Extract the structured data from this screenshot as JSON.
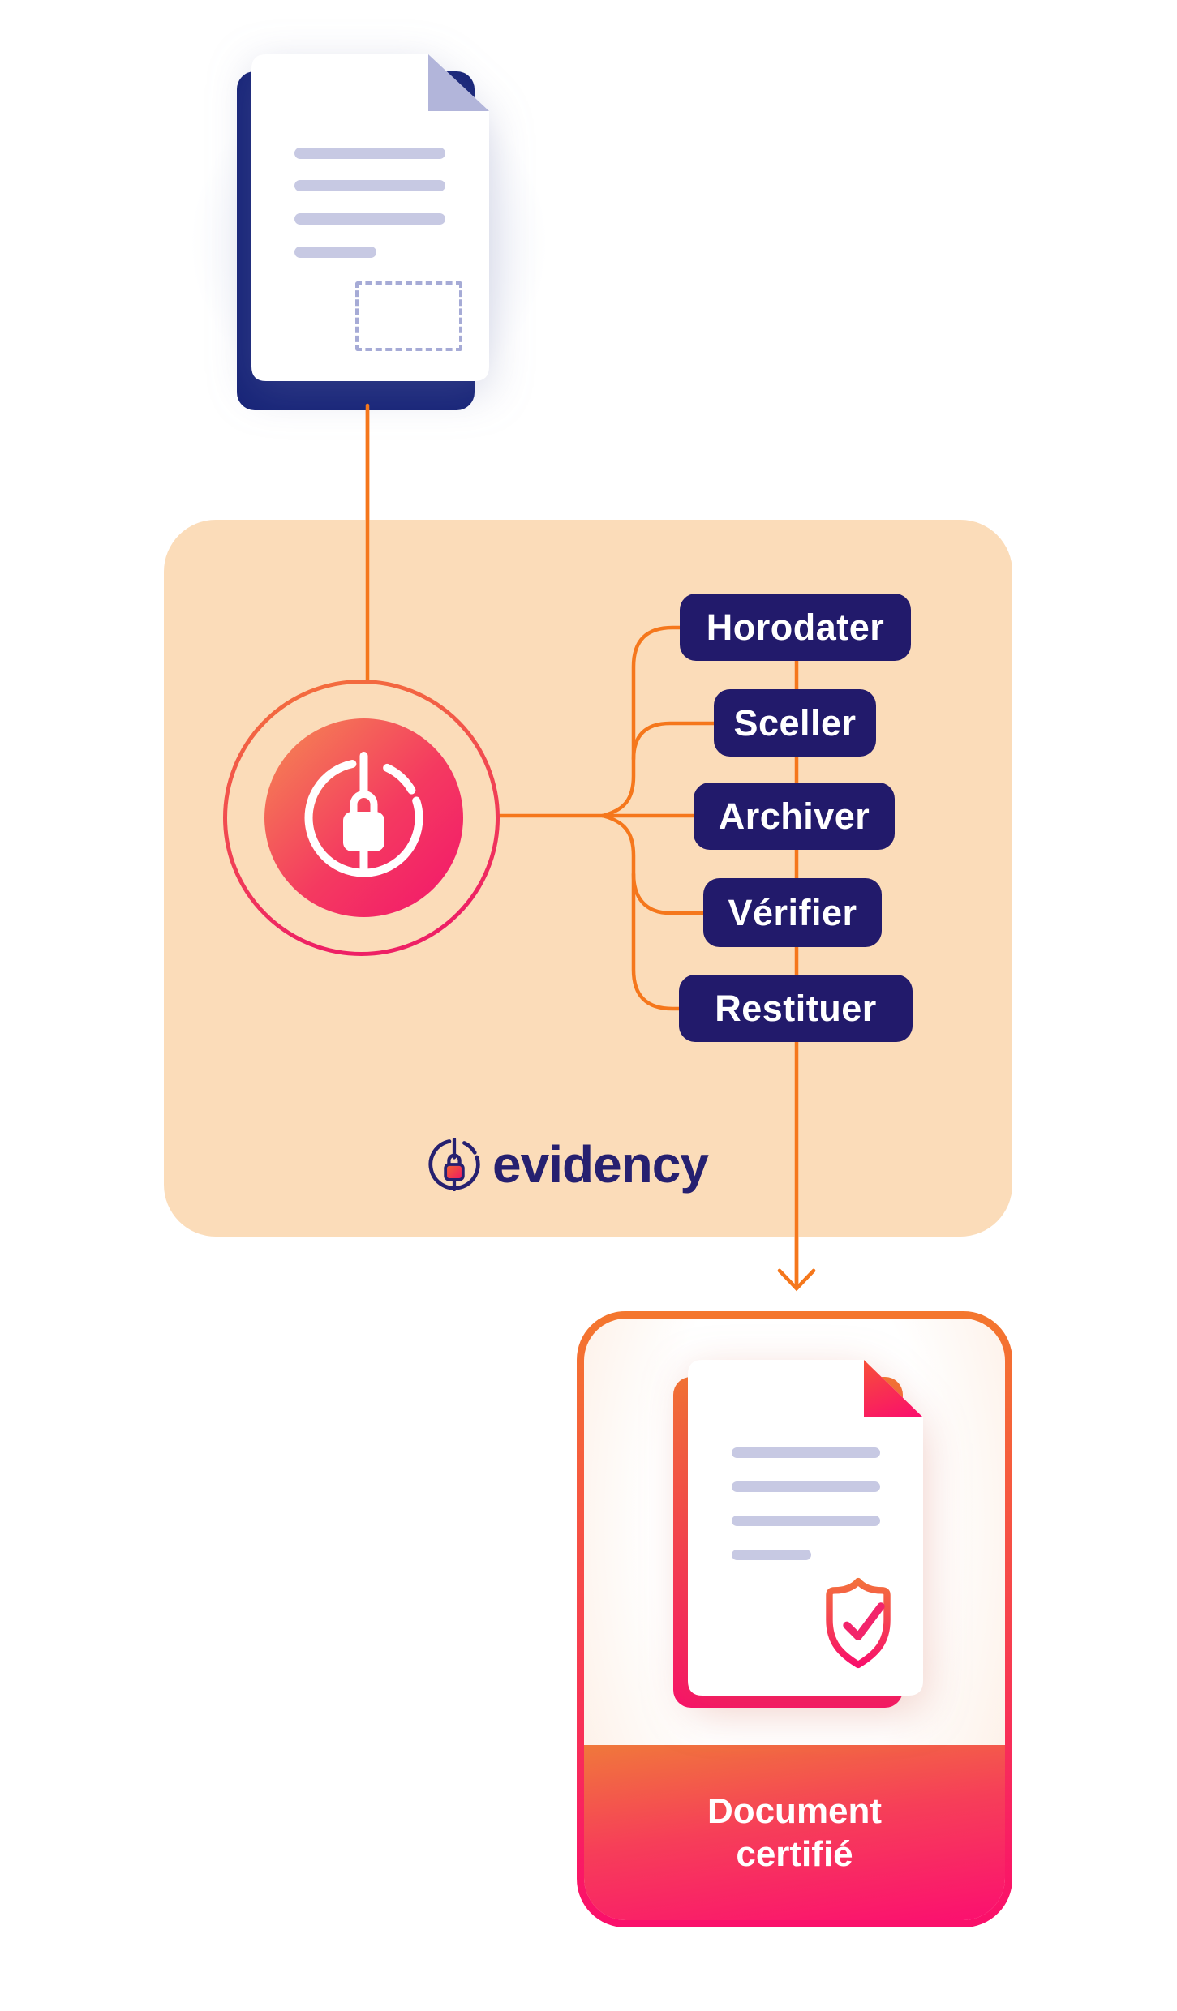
{
  "brand": {
    "logo_text": "evidency"
  },
  "workflow": {
    "steps": [
      {
        "label": "Horodater"
      },
      {
        "label": "Sceller"
      },
      {
        "label": "Archiver"
      },
      {
        "label": "Vérifier"
      },
      {
        "label": "Restituer"
      }
    ]
  },
  "result_card": {
    "line1": "Document",
    "line2": "certifié"
  },
  "icons": {
    "source_document": "document-icon",
    "signature_area": "signature-placeholder-box",
    "processor": "lock-circle-icon",
    "logo_mark": "evidency-lock-logo-icon",
    "shield": "shield-check-icon",
    "arrow": "arrow-down-icon"
  },
  "colors": {
    "panel_peach": "#FBDCB9",
    "step_navy": "#221A6B",
    "doc_back_navy": "#172478",
    "logo_navy": "#262070",
    "connector_orange": "#F5771C",
    "gradient_orange": "#F4772E",
    "gradient_pink": "#FA0F6B",
    "doc_line_lavender": "#C7C9E3",
    "fold_periwinkle": "#B2B5DA"
  }
}
